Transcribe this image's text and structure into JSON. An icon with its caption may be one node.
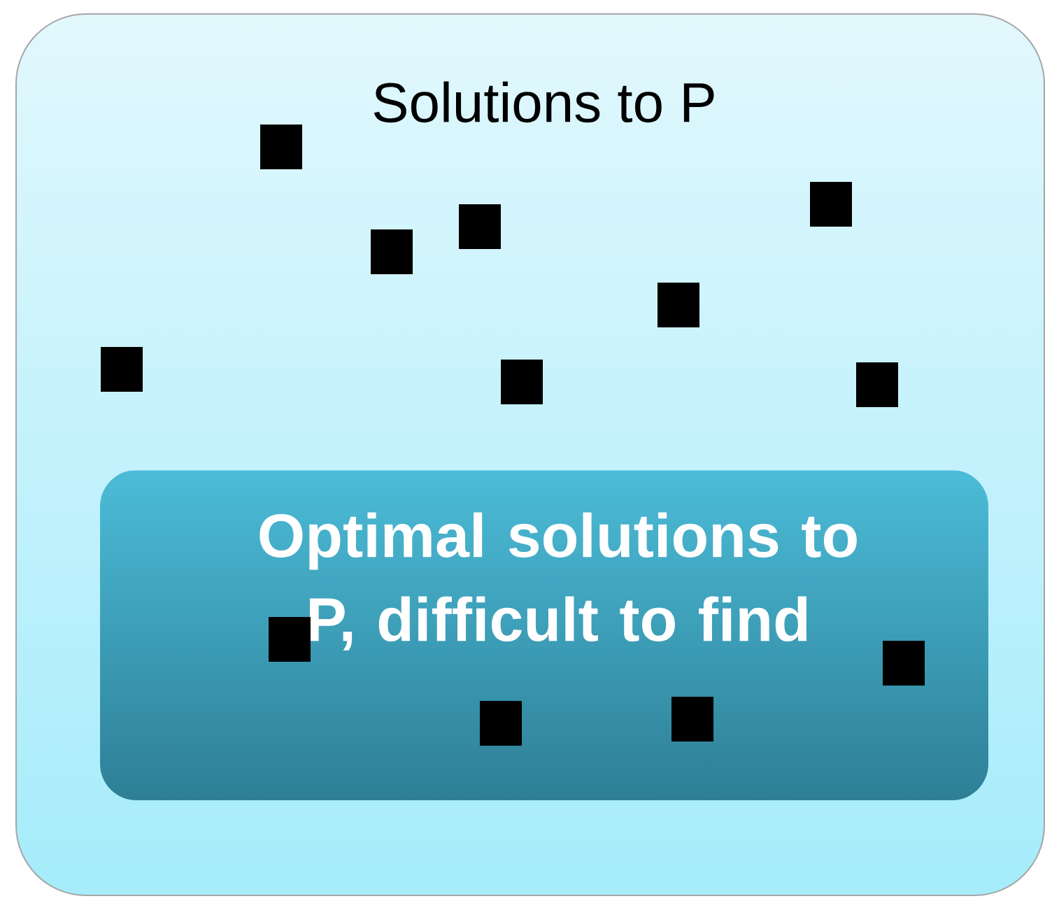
{
  "diagram": {
    "nodes": [
      {
        "text": [
          "Solutions to P"
        ]
      },
      {
        "text": [
          "Optimal solutions to P, difficult to find"
        ],
        "in": 0
      }
    ]
  }
}
